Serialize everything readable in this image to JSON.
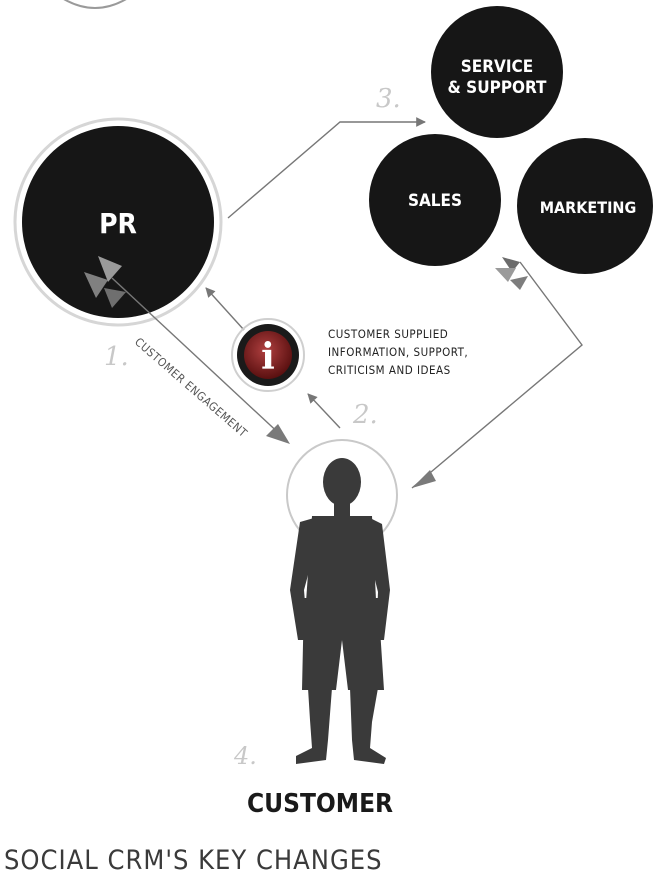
{
  "diagram": {
    "circles": {
      "pr": "PR",
      "service_support_line1": "SERVICE",
      "service_support_line2": "& SUPPORT",
      "sales": "SALES",
      "marketing": "MARKETING"
    },
    "info_icon_glyph": "i",
    "info_text": [
      "CUSTOMER SUPPLIED",
      "INFORMATION, SUPPORT,",
      "CRITICISM AND IDEAS"
    ],
    "engagement_label": "CUSTOMER ENGAGEMENT",
    "steps": [
      "1.",
      "2.",
      "3.",
      "4."
    ],
    "customer_label": "CUSTOMER",
    "caption": "SOCIAL CRM'S KEY CHANGES"
  },
  "colors": {
    "circle_fill": "#161616",
    "ring": "#cfcfcf",
    "arrow": "#666666",
    "arrowhead": "#888888",
    "step": "#c8c8c8",
    "info_red": "#8a1f1f"
  }
}
